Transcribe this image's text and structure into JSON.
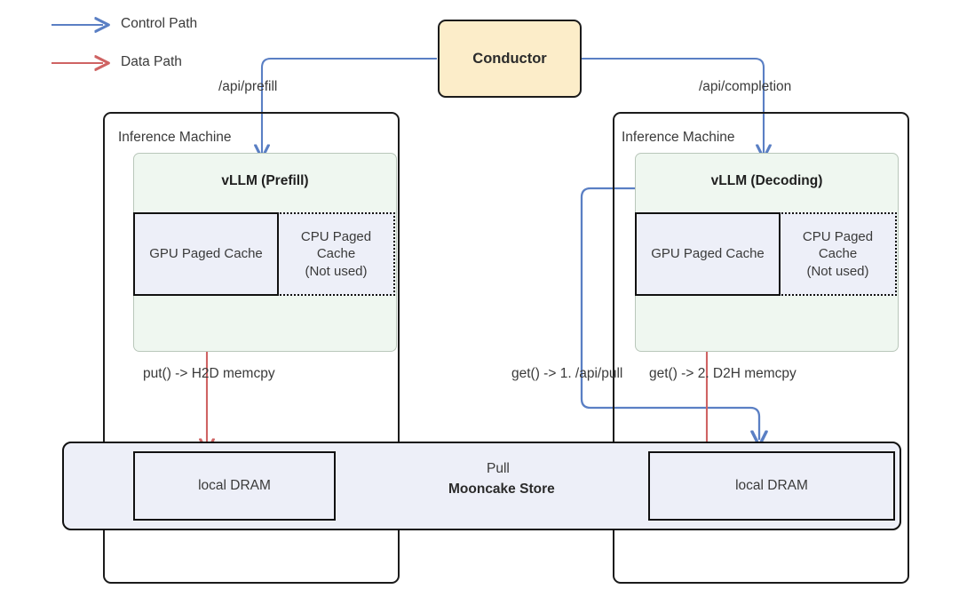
{
  "legend": {
    "items": [
      {
        "label": "Control Path",
        "color": "#5a7fc4",
        "style": "solid"
      },
      {
        "label": "Data Path",
        "color": "#cf6363",
        "style": "solid"
      }
    ]
  },
  "conductor": {
    "label": "Conductor",
    "fill": "#fcedc9"
  },
  "endpoints": {
    "prefill": "/api/prefill",
    "completion": "/api/completion"
  },
  "machines": [
    {
      "id": "prefill-machine",
      "label": "Inference Machine",
      "vllm": {
        "title": "vLLM (Prefill)",
        "fill": "#eff7f0"
      },
      "gpu_cache": "GPU Paged Cache",
      "cpu_cache": "CPU Paged Cache\n(Not used)",
      "cpu_cache_line1": "CPU Paged",
      "cpu_cache_line2": "Cache",
      "cpu_cache_line3": "(Not used)",
      "dram": "local DRAM",
      "op_label": "put() -> H2D memcpy"
    },
    {
      "id": "decoding-machine",
      "label": "Inference Machine",
      "vllm": {
        "title": "vLLM (Decoding)",
        "fill": "#eff7f0"
      },
      "gpu_cache": "GPU Paged Cache",
      "cpu_cache": "CPU Paged Cache\n(Not used)",
      "cpu_cache_line1": "CPU Paged",
      "cpu_cache_line2": "Cache",
      "cpu_cache_line3": "(Not used)",
      "dram": "local DRAM",
      "op_label_1": "get() -> 1. /api/pull",
      "op_label_2": "get() -> 2. D2H memcpy"
    }
  ],
  "mooncake": {
    "title": "Mooncake Store",
    "transfer_label": "Pull",
    "fill": "#edeff8"
  },
  "colors": {
    "control": "#5a7fc4",
    "data": "#cf6363",
    "outline": "#111111",
    "cache_fill": "#edeff8",
    "vllm_fill": "#eff7f0",
    "conductor_fill": "#fcedc9"
  }
}
